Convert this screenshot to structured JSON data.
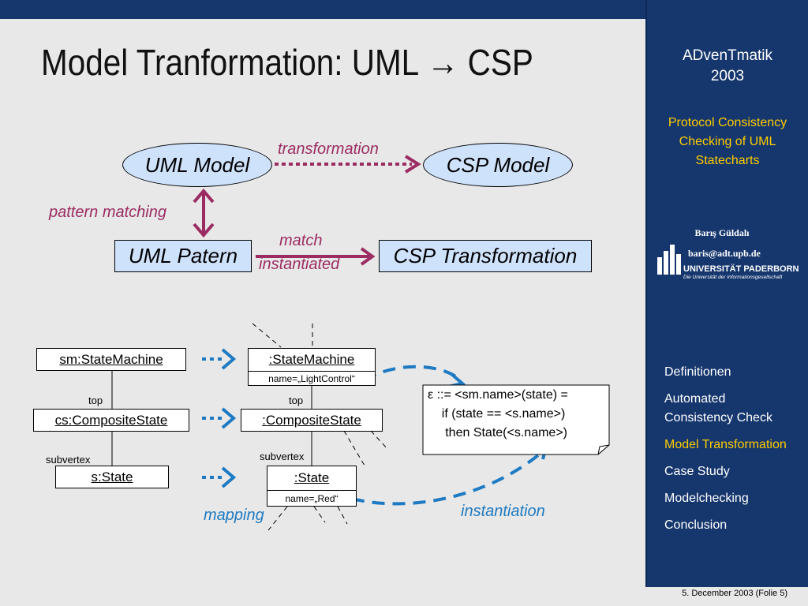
{
  "slide": {
    "title": "Model Tranformation: UML → CSP",
    "footer": "5. December 2003 (Folie 5)"
  },
  "sidebar": {
    "conference": "ADvenTmatik",
    "year": "2003",
    "subtitle_lines": [
      "Protocol Consistency",
      "Checking of UML",
      "Statecharts"
    ],
    "author": "Barış Güldalı",
    "email": "baris@adt.upb.de",
    "university": "UNIVERSITÄT PADERBORN",
    "university_sub": "Die Universität der Informationsgesellschaft",
    "nav": [
      {
        "label": "Definitionen",
        "active": false
      },
      {
        "label": "Automated",
        "active": false
      },
      {
        "label": "Consistency Check",
        "active": false
      },
      {
        "label": "Model Transformation",
        "active": true
      },
      {
        "label": "Case Study",
        "active": false
      },
      {
        "label": "Modelchecking",
        "active": false
      },
      {
        "label": "Conclusion",
        "active": false
      }
    ]
  },
  "top_diagram": {
    "uml_model": "UML Model",
    "csp_model": "CSP Model",
    "uml_patern": "UML Patern",
    "csp_transformation": "CSP Transformation",
    "transformation": "transformation",
    "pattern_matching": "pattern matching",
    "match": "match",
    "instantiated": "instantiated"
  },
  "bottom_diagram": {
    "left": {
      "state_machine": "sm:StateMachine",
      "composite_state": "cs:CompositeState",
      "state": "s:State",
      "top_label": "top",
      "subvertex_label": "subvertex"
    },
    "right": {
      "state_machine": ":StateMachine",
      "state_machine_attr": "name=„LightControl“",
      "composite_state": ":CompositeState",
      "state": ":State",
      "state_attr": "name=„Red“",
      "top_label": "top",
      "subvertex_label": "subvertex"
    },
    "note_lines": [
      "ε ::= <sm.name>(state) =",
      "    if (state == <s.name>)",
      "     then State(<s.name>)"
    ],
    "mapping": "mapping",
    "instantiation": "instantiation"
  },
  "colors": {
    "sidebar": "#16376d",
    "accent_yellow": "#ffcc00",
    "purple": "#9b2c62",
    "blue": "#1e7ac2",
    "light_blue_fill": "#cfe2fb"
  }
}
